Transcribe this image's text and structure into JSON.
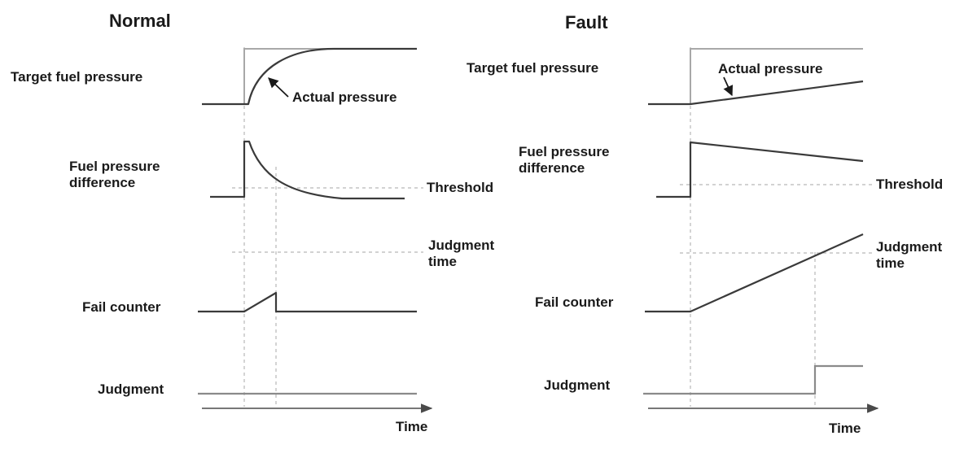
{
  "normal": {
    "title": "Normal",
    "labels": {
      "target_fuel_pressure": "Target fuel pressure",
      "fuel_pressure_difference_line1": "Fuel pressure",
      "fuel_pressure_difference_line2": "difference",
      "fail_counter": "Fail counter",
      "judgment": "Judgment"
    },
    "annotations": {
      "actual_pressure": "Actual pressure",
      "threshold": "Threshold",
      "judgment_time_line1": "Judgment",
      "judgment_time_line2": "time",
      "time": "Time"
    }
  },
  "fault": {
    "title": "Fault",
    "labels": {
      "target_fuel_pressure": "Target fuel pressure",
      "fuel_pressure_difference_line1": "Fuel pressure",
      "fuel_pressure_difference_line2": "difference",
      "fail_counter": "Fail counter",
      "judgment": "Judgment"
    },
    "annotations": {
      "actual_pressure": "Actual pressure",
      "threshold": "Threshold",
      "judgment_time_line1": "Judgment",
      "judgment_time_line2": "time",
      "time": "Time"
    }
  },
  "colors": {
    "signal": "#3a3a3a",
    "target": "#a8a8a8",
    "guide": "#b8b8b8"
  }
}
